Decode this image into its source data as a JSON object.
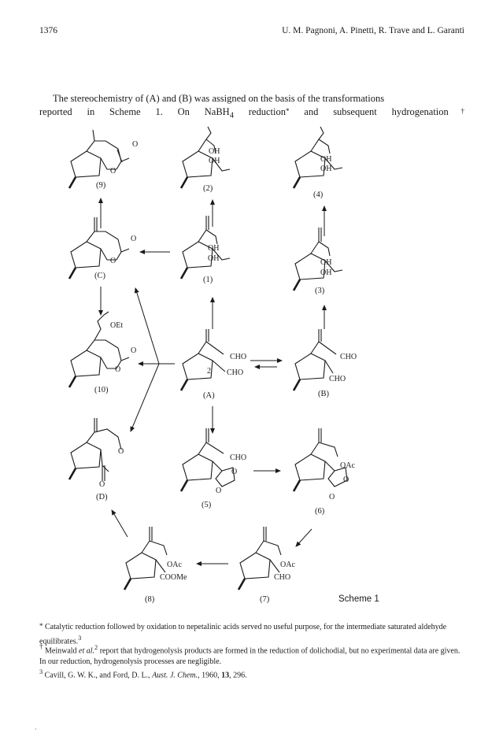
{
  "header": {
    "page_number": "1376",
    "authors": "U. M. Pagnoni, A. Pinetti, R. Trave and L. Garanti"
  },
  "body": {
    "line1": "The stereochemistry of (A) and (B) was assigned on the basis of the transformations",
    "line2_start": "reported in Scheme 1.  On NaBH",
    "line2_sub": "4",
    "line2_mid": " reduction",
    "line2_star": "*",
    "line2_end": " and subsequent hydrogenation",
    "line2_dagger": "†"
  },
  "scheme": {
    "caption": "Scheme 1",
    "compound_labels": [
      "(9)",
      "(2)",
      "(4)",
      "(C)",
      "(1)",
      "(3)",
      "(10)",
      "(A)",
      "(B)",
      "(D)",
      "(5)",
      "(6)",
      "(8)",
      "(7)"
    ],
    "group_labels": {
      "o": "O",
      "oh": "OH",
      "oet": "OEt",
      "cho": "CHO",
      "oac": "OAc",
      "coome": "COOMe",
      "ring_position": "2"
    }
  },
  "footnotes": {
    "fn1_mark": "*",
    "fn1_text": " Catalytic reduction followed by oxidation to nepetalinic acids served no useful purpose, for the intermediate saturated aldehyde equilibrates.",
    "fn1_ref": "3",
    "fn2_mark": "†",
    "fn2_pre": " Meinwald ",
    "fn2_etal": "et al.",
    "fn2_ref": "2",
    "fn2_text": " report that hydrogenolysis products are formed in the reduction of dolichodial, but no experimental data are given.  In our reduction, hydrogenolysis processes are negligible.",
    "fn3_ref": "3",
    "fn3_authors": " Cavill, G. W. K., and Ford, D. L., ",
    "fn3_journal": "Aust. J. Chem.",
    "fn3_year": ", 1960, ",
    "fn3_vol": "13",
    "fn3_pages": ", 296."
  }
}
